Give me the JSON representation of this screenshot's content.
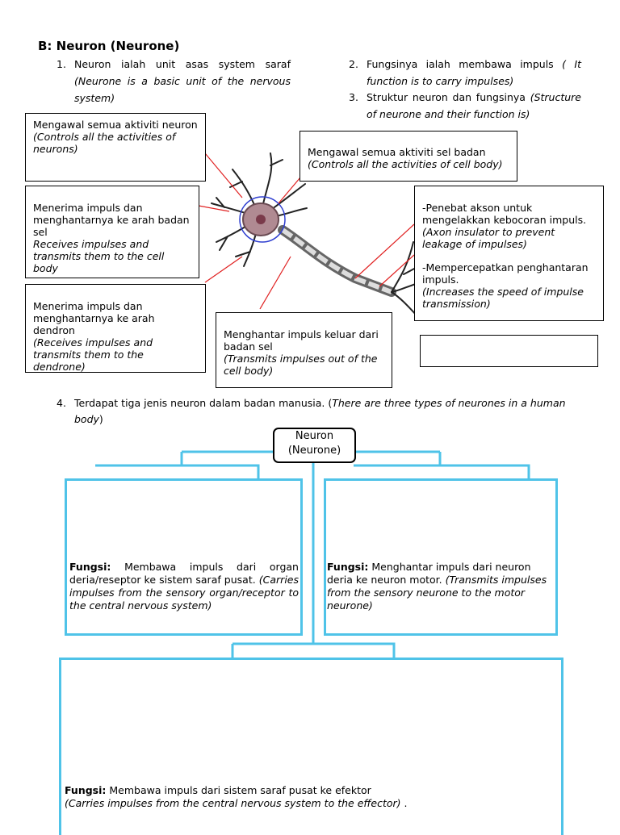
{
  "section_title": "B: Neuron (Neurone)",
  "points": [
    {
      "num": "1.",
      "text": "Neuron ialah unit asas system saraf",
      "translation": "(Neurone is a basic unit of the nervous system)"
    },
    {
      "num": "2.",
      "text": "Fungsinya ialah membawa impuls",
      "translation": "( It function is to carry impulses)"
    },
    {
      "num": "3.",
      "text": "Struktur neuron dan fungsinya",
      "translation": "(Structure of neurone and their function is)"
    },
    {
      "num": "4.",
      "text": "Terdapat tiga jenis neuron dalam badan manusia. (",
      "translation": "There are three types of neurones in a human body",
      "suffix": ")"
    }
  ],
  "labels": {
    "dendrite": {
      "text": "Mengawal semua aktiviti neuron",
      "translation": "(Controls all the activities of neurons)"
    },
    "nucleus": {
      "text": "Mengawal semua aktiviti sel badan",
      "translation": "(Controls all the activities of cell body)"
    },
    "dendron_receive": {
      "text": "Menerima impuls dan menghantarnya ke arah badan sel",
      "translation": "Receives impulses and transmits them to the cell body"
    },
    "dendron_to": {
      "text": "Menerima impuls dan menghantarnya ke arah dendron",
      "translation": "(Receives impulses and transmits them to the dendrone)"
    },
    "axon": {
      "text": "Menghantar impuls keluar dari badan sel",
      "translation": "(Transmits impulses out of the cell body)"
    },
    "myelin1": {
      "text": "-Penebat akson untuk mengelakkan kebocoran impuls.",
      "translation": "(Axon insulator to prevent leakage of impulses)"
    },
    "myelin2": {
      "text": "-Mempercepatkan penghantaran impuls.",
      "translation": "(Increases the speed of impulse transmission)"
    }
  },
  "hierarchy": {
    "line1": "Neuron",
    "line2": "(Neurone)"
  },
  "types": {
    "sensory": {
      "fungsi": "Fungsi:",
      "text": "Membawa impuls dari organ deria/reseptor ke sistem saraf pusat.",
      "translation": "(Carries impulses from the sensory organ/receptor to the central nervous system)"
    },
    "relay": {
      "fungsi": "Fungsi:",
      "text": "Menghantar impuls dari neuron deria ke neuron motor.",
      "translation": "(Transmits impulses from the sensory neurone to the motor neurone)"
    },
    "motor": {
      "fungsi": "Fungsi:",
      "text": "Membawa impuls dari sistem saraf pusat ke efektor",
      "translation": "(Carries impulses from the central nervous system to the effector)",
      "suffix": " ."
    }
  },
  "colors": {
    "accent_blue": "#4fc3e8",
    "pointer_red": "#e02020"
  }
}
